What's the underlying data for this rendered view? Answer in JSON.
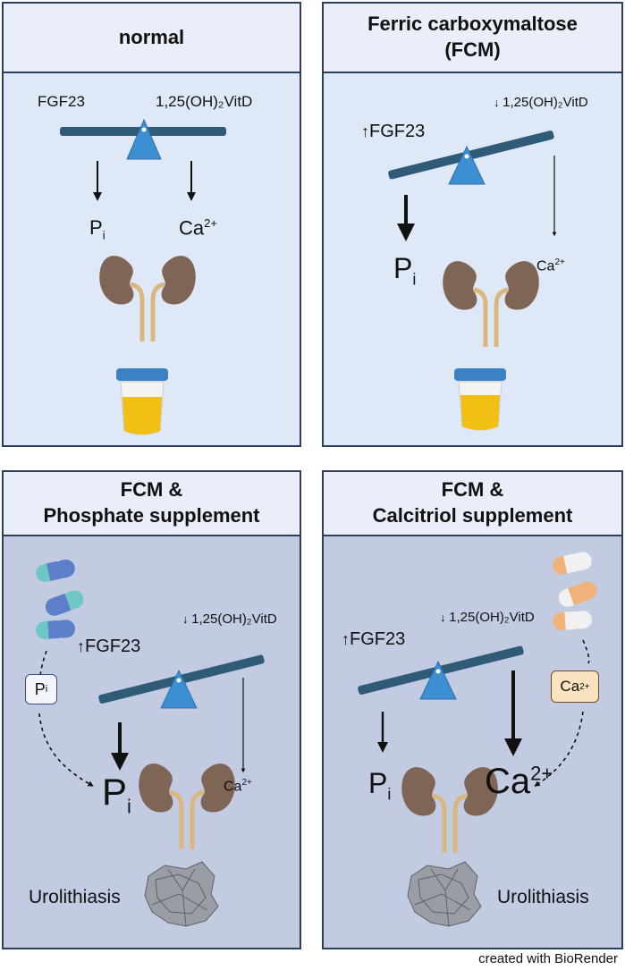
{
  "panels": {
    "normal": {
      "title": "normal",
      "fgf23": "FGF23",
      "vitd": "1,25(OH)₂VitD",
      "pi_main": "P",
      "pi_sub": "i",
      "ca_main": "Ca",
      "ca_sup": "2+"
    },
    "fcm": {
      "title_line1": "Ferric carboxymaltose",
      "title_line2": "(FCM)",
      "fgf23": "FGF23",
      "vitd": "1,25(OH)₂VitD",
      "pi_main": "P",
      "pi_sub": "i",
      "ca_main": "Ca",
      "ca_sup": "2+"
    },
    "phosphate": {
      "title_line1": "FCM &",
      "title_line2": "Phosphate supplement",
      "fgf23": "FGF23",
      "vitd": "1,25(OH)₂VitD",
      "badge_main": "P",
      "badge_sub": "i",
      "pi_main": "P",
      "pi_sub": "i",
      "ca_main": "Ca",
      "ca_sup": "2+",
      "stone_label": "Urolithiasis"
    },
    "calcitriol": {
      "title_line1": "FCM &",
      "title_line2": "Calcitriol supplement",
      "fgf23": "FGF23",
      "vitd": "1,25(OH)₂VitD",
      "badge_main": "Ca",
      "badge_sup": "2+",
      "pi_main": "P",
      "pi_sub": "i",
      "ca_main": "Ca",
      "ca_sup": "2+",
      "stone_label": "Urolithiasis"
    }
  },
  "credit": "created with BioRender",
  "colors": {
    "border": "#2e3d5c",
    "header_bg": "#e9eef8",
    "light_body": "#dfe8f7",
    "dark_body": "#c3cbe3",
    "seesaw_beam": "#2f5a78",
    "seesaw_pivot": "#3c8fd0",
    "kidney": "#7f6555",
    "ureter": "#d9b77f",
    "cup_lid": "#3b82c4",
    "urine": "#f2c014",
    "pill_teal": "#6ec7c4",
    "pill_blue": "#5d7fc9",
    "pill_orange": "#f0b27a",
    "pill_white": "#f1f1f1",
    "badge_ca_bg": "#fbe3c0",
    "stone": "#9a9ea4"
  }
}
